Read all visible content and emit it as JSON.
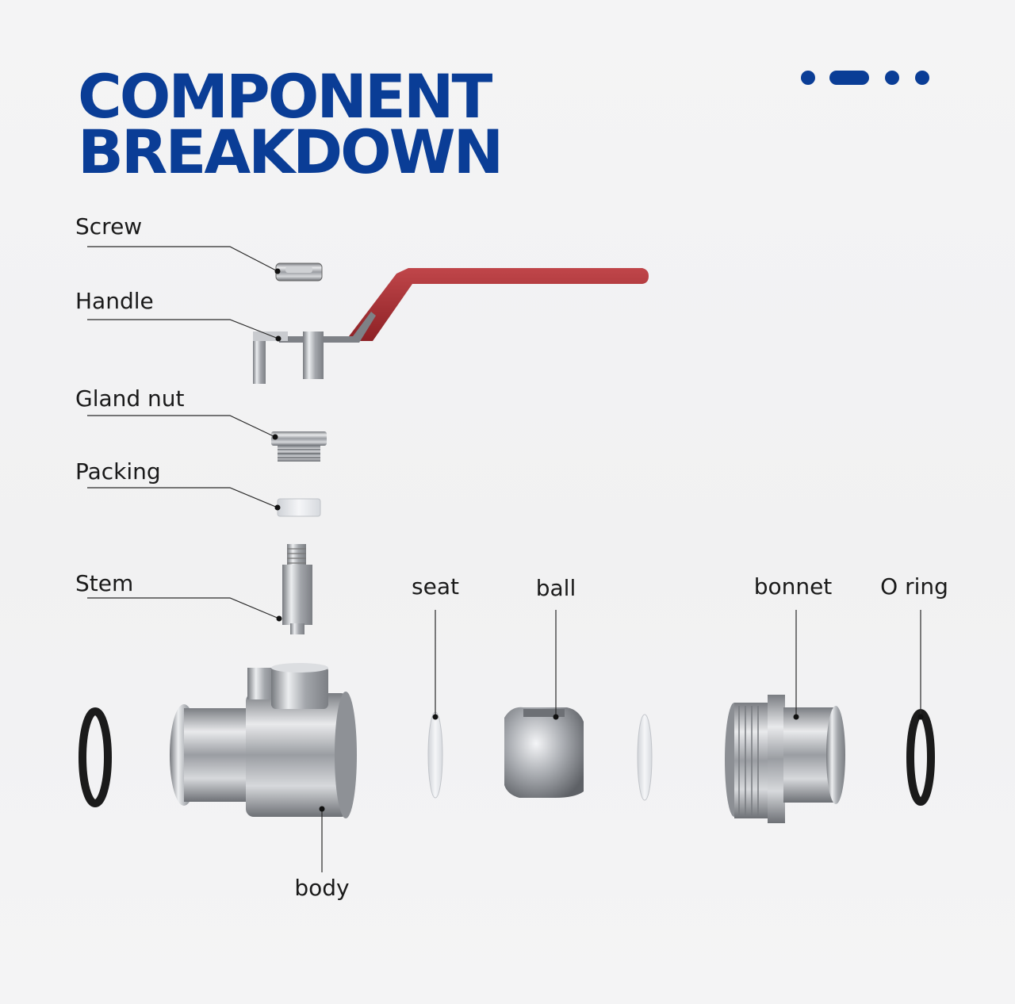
{
  "title": {
    "line1": "COMPONENT",
    "line2": "BREAKDOWN"
  },
  "labels": {
    "screw": "Screw",
    "handle": "Handle",
    "gland_nut": "Gland nut",
    "packing": "Packing",
    "stem": "Stem",
    "seat": "seat",
    "ball": "ball",
    "bonnet": "bonnet",
    "o_ring": "O ring",
    "body": "body"
  },
  "colors": {
    "brand": "#0a3d96",
    "handle": "#a52a2a",
    "metal": "#b9bcc0",
    "ring": "#1b1b1b",
    "ptfe": "#e6e8ec"
  }
}
